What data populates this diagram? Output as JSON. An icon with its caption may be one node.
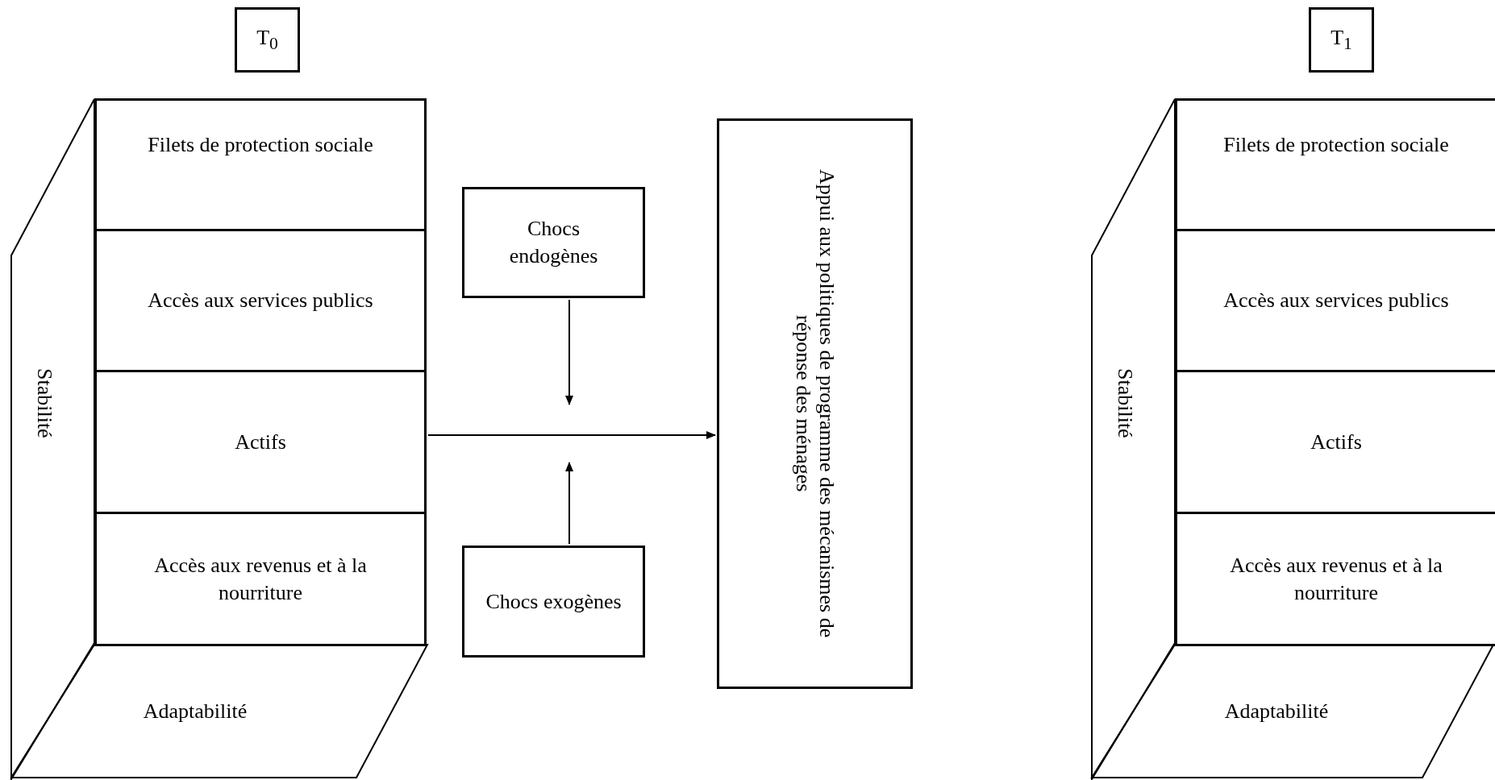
{
  "diagram": {
    "nodes": [
      {
        "text": [
          "T$_{0}$"
        ]
      },
      {
        "text": [
          "Filets de protection sociale"
        ]
      },
      {
        "text": [
          "Accès aux services publics"
        ]
      },
      {
        "text": [
          "Actifs"
        ]
      },
      {
        "text": [
          "Accès aux revenus et à la nourriture"
        ]
      },
      {
        "text": [
          "Stabilité"
        ]
      },
      {
        "text": [
          "Adaptabilité"
        ]
      },
      {
        "text": [
          "Chocs endogènes"
        ]
      },
      {
        "text": [
          "Chocs exogènes"
        ]
      },
      {
        "text": [
          "Appui aux politiques de programme des mécanismes de réponse des ménages"
        ]
      },
      {
        "text": [
          "T$_{1}$"
        ]
      },
      {
        "text": [
          "Filets de protection sociale"
        ]
      },
      {
        "text": [
          "Accès aux services publics"
        ]
      },
      {
        "text": [
          "Actifs"
        ]
      },
      {
        "text": [
          "Accès aux revenus et à la nourriture"
        ]
      },
      {
        "text": [
          "Stabilité"
        ]
      },
      {
        "text": [
          "Adaptabilité"
        ]
      }
    ],
    "edges": [
      {
        "from": 3,
        "to": 9,
        "arrow": "to"
      },
      {
        "from": 7,
        "to": null,
        "arrow": "to"
      },
      {
        "from": 8,
        "to": null,
        "arrow": "to"
      }
    ]
  }
}
